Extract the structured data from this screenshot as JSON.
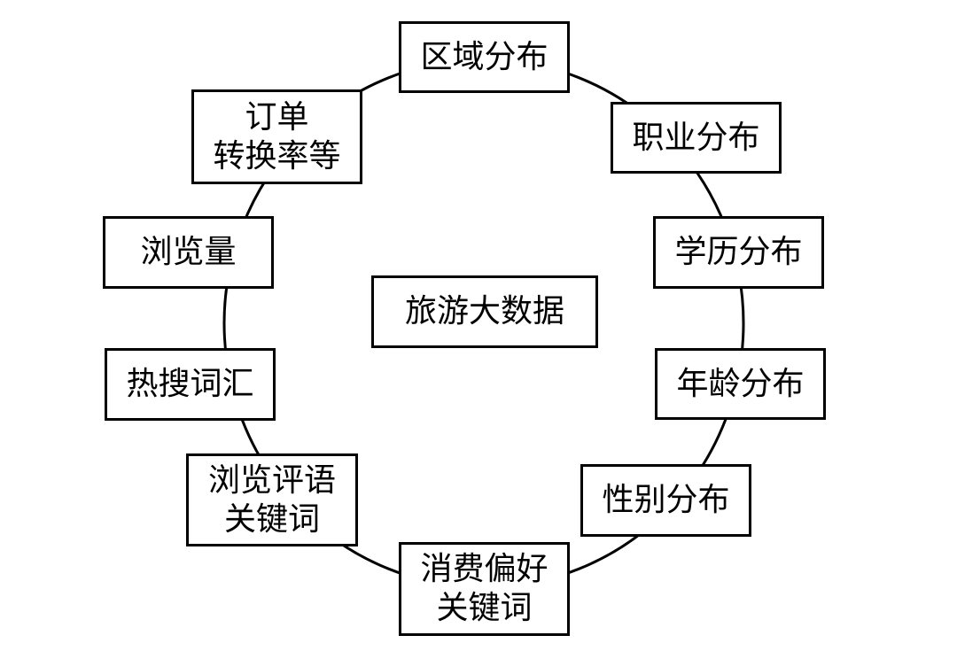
{
  "diagram": {
    "center": "旅游大数据",
    "nodes": [
      {
        "id": "region",
        "lines": [
          "区域分布"
        ]
      },
      {
        "id": "job",
        "lines": [
          "职业分布"
        ]
      },
      {
        "id": "education",
        "lines": [
          "学历分布"
        ]
      },
      {
        "id": "age",
        "lines": [
          "年龄分布"
        ]
      },
      {
        "id": "gender",
        "lines": [
          "性别分布"
        ]
      },
      {
        "id": "consume",
        "lines": [
          "消费偏好",
          "关键词"
        ]
      },
      {
        "id": "review",
        "lines": [
          "浏览评语",
          "关键词"
        ]
      },
      {
        "id": "search",
        "lines": [
          "热搜词汇"
        ]
      },
      {
        "id": "views",
        "lines": [
          "浏览量"
        ]
      },
      {
        "id": "orders",
        "lines": [
          "订单",
          "转换率等"
        ]
      }
    ]
  }
}
